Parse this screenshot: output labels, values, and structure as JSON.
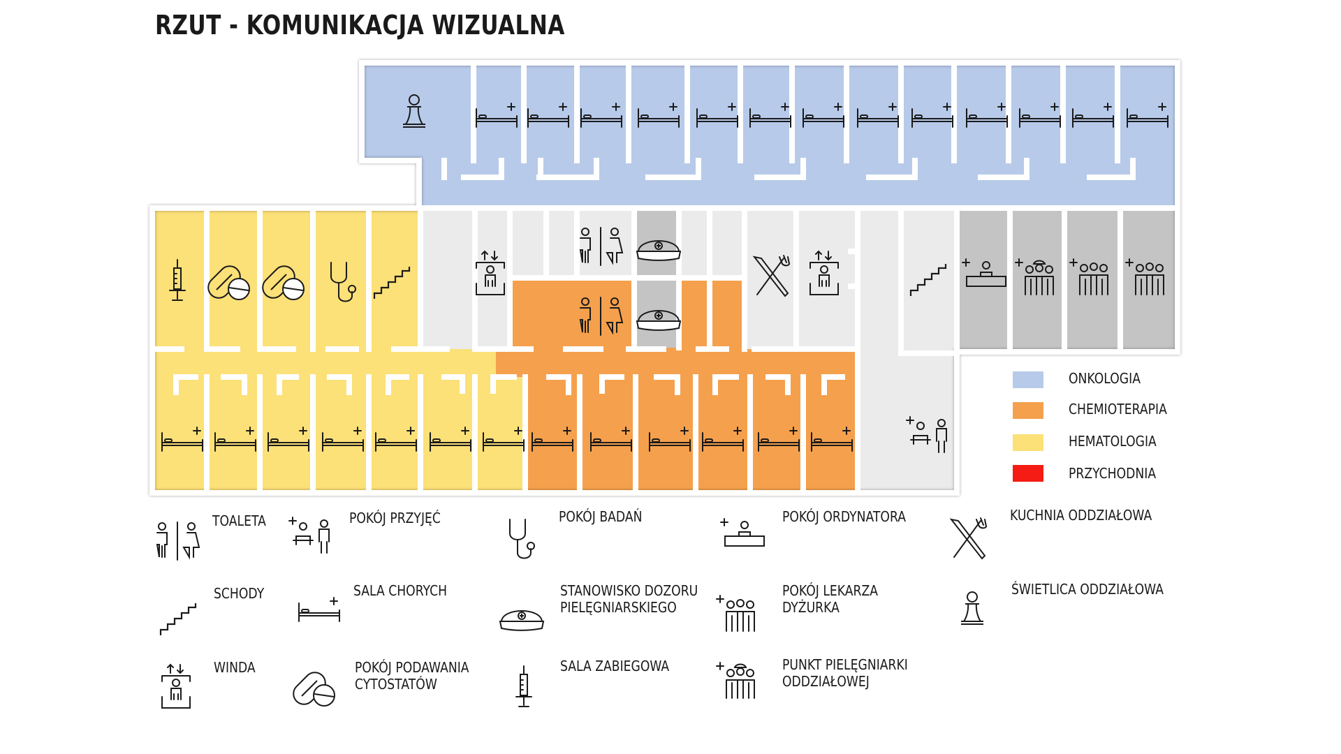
{
  "title": "RZUT - KOMUNIKACJA WIZUALNA",
  "colors": {
    "onkologia": "#B7CAE9",
    "chemioterapia": "#F5A04C",
    "hematologia": "#FCE078",
    "przychodnia": "#F41C14",
    "corridor_light": "#EBEBEB",
    "staff_gray": "#C4C4C4",
    "wall": "#FFFFFF",
    "ink": "#1A1A1A"
  },
  "color_legend": [
    {
      "label": "ONKOLOGIA",
      "color": "#B7CAE9"
    },
    {
      "label": "CHEMIOTERAPIA",
      "color": "#F5A04C"
    },
    {
      "label": "HEMATOLOGIA",
      "color": "#FCE078"
    },
    {
      "label": "PRZYCHODNIA",
      "color": "#F41C14"
    }
  ],
  "icon_key": {
    "toaleta": "TOALETA",
    "schody": "SCHODY",
    "winda": "WINDA",
    "pokoj_przyjec": "POKÓJ PRZYJĘĆ",
    "sala_chorych": "SALA CHORYCH",
    "pokoj_podawania_1": "POKÓJ PODAWANIA",
    "pokoj_podawania_2": "CYTOSTATÓW",
    "pokoj_badan": "POKÓJ BADAŃ",
    "stanowisko_1": "STANOWISKO DOZORU",
    "stanowisko_2": "PIELĘGNIARSKIEGO",
    "sala_zabiegowa": "SALA ZABIEGOWA",
    "pokoj_ordynatora": "POKÓJ ORDYNATORA",
    "pokoj_lekarza_1": "POKÓJ LEKARZA",
    "pokoj_lekarza_2": "DYŻURKA",
    "punkt_1": "PUNKT PIELĘGNIARKI",
    "punkt_2": "ODDZIAŁOWEJ",
    "kuchnia": "KUCHNIA ODDZIAŁOWA",
    "swietlica": "ŚWIETLICA ODDZIAŁOWA"
  }
}
